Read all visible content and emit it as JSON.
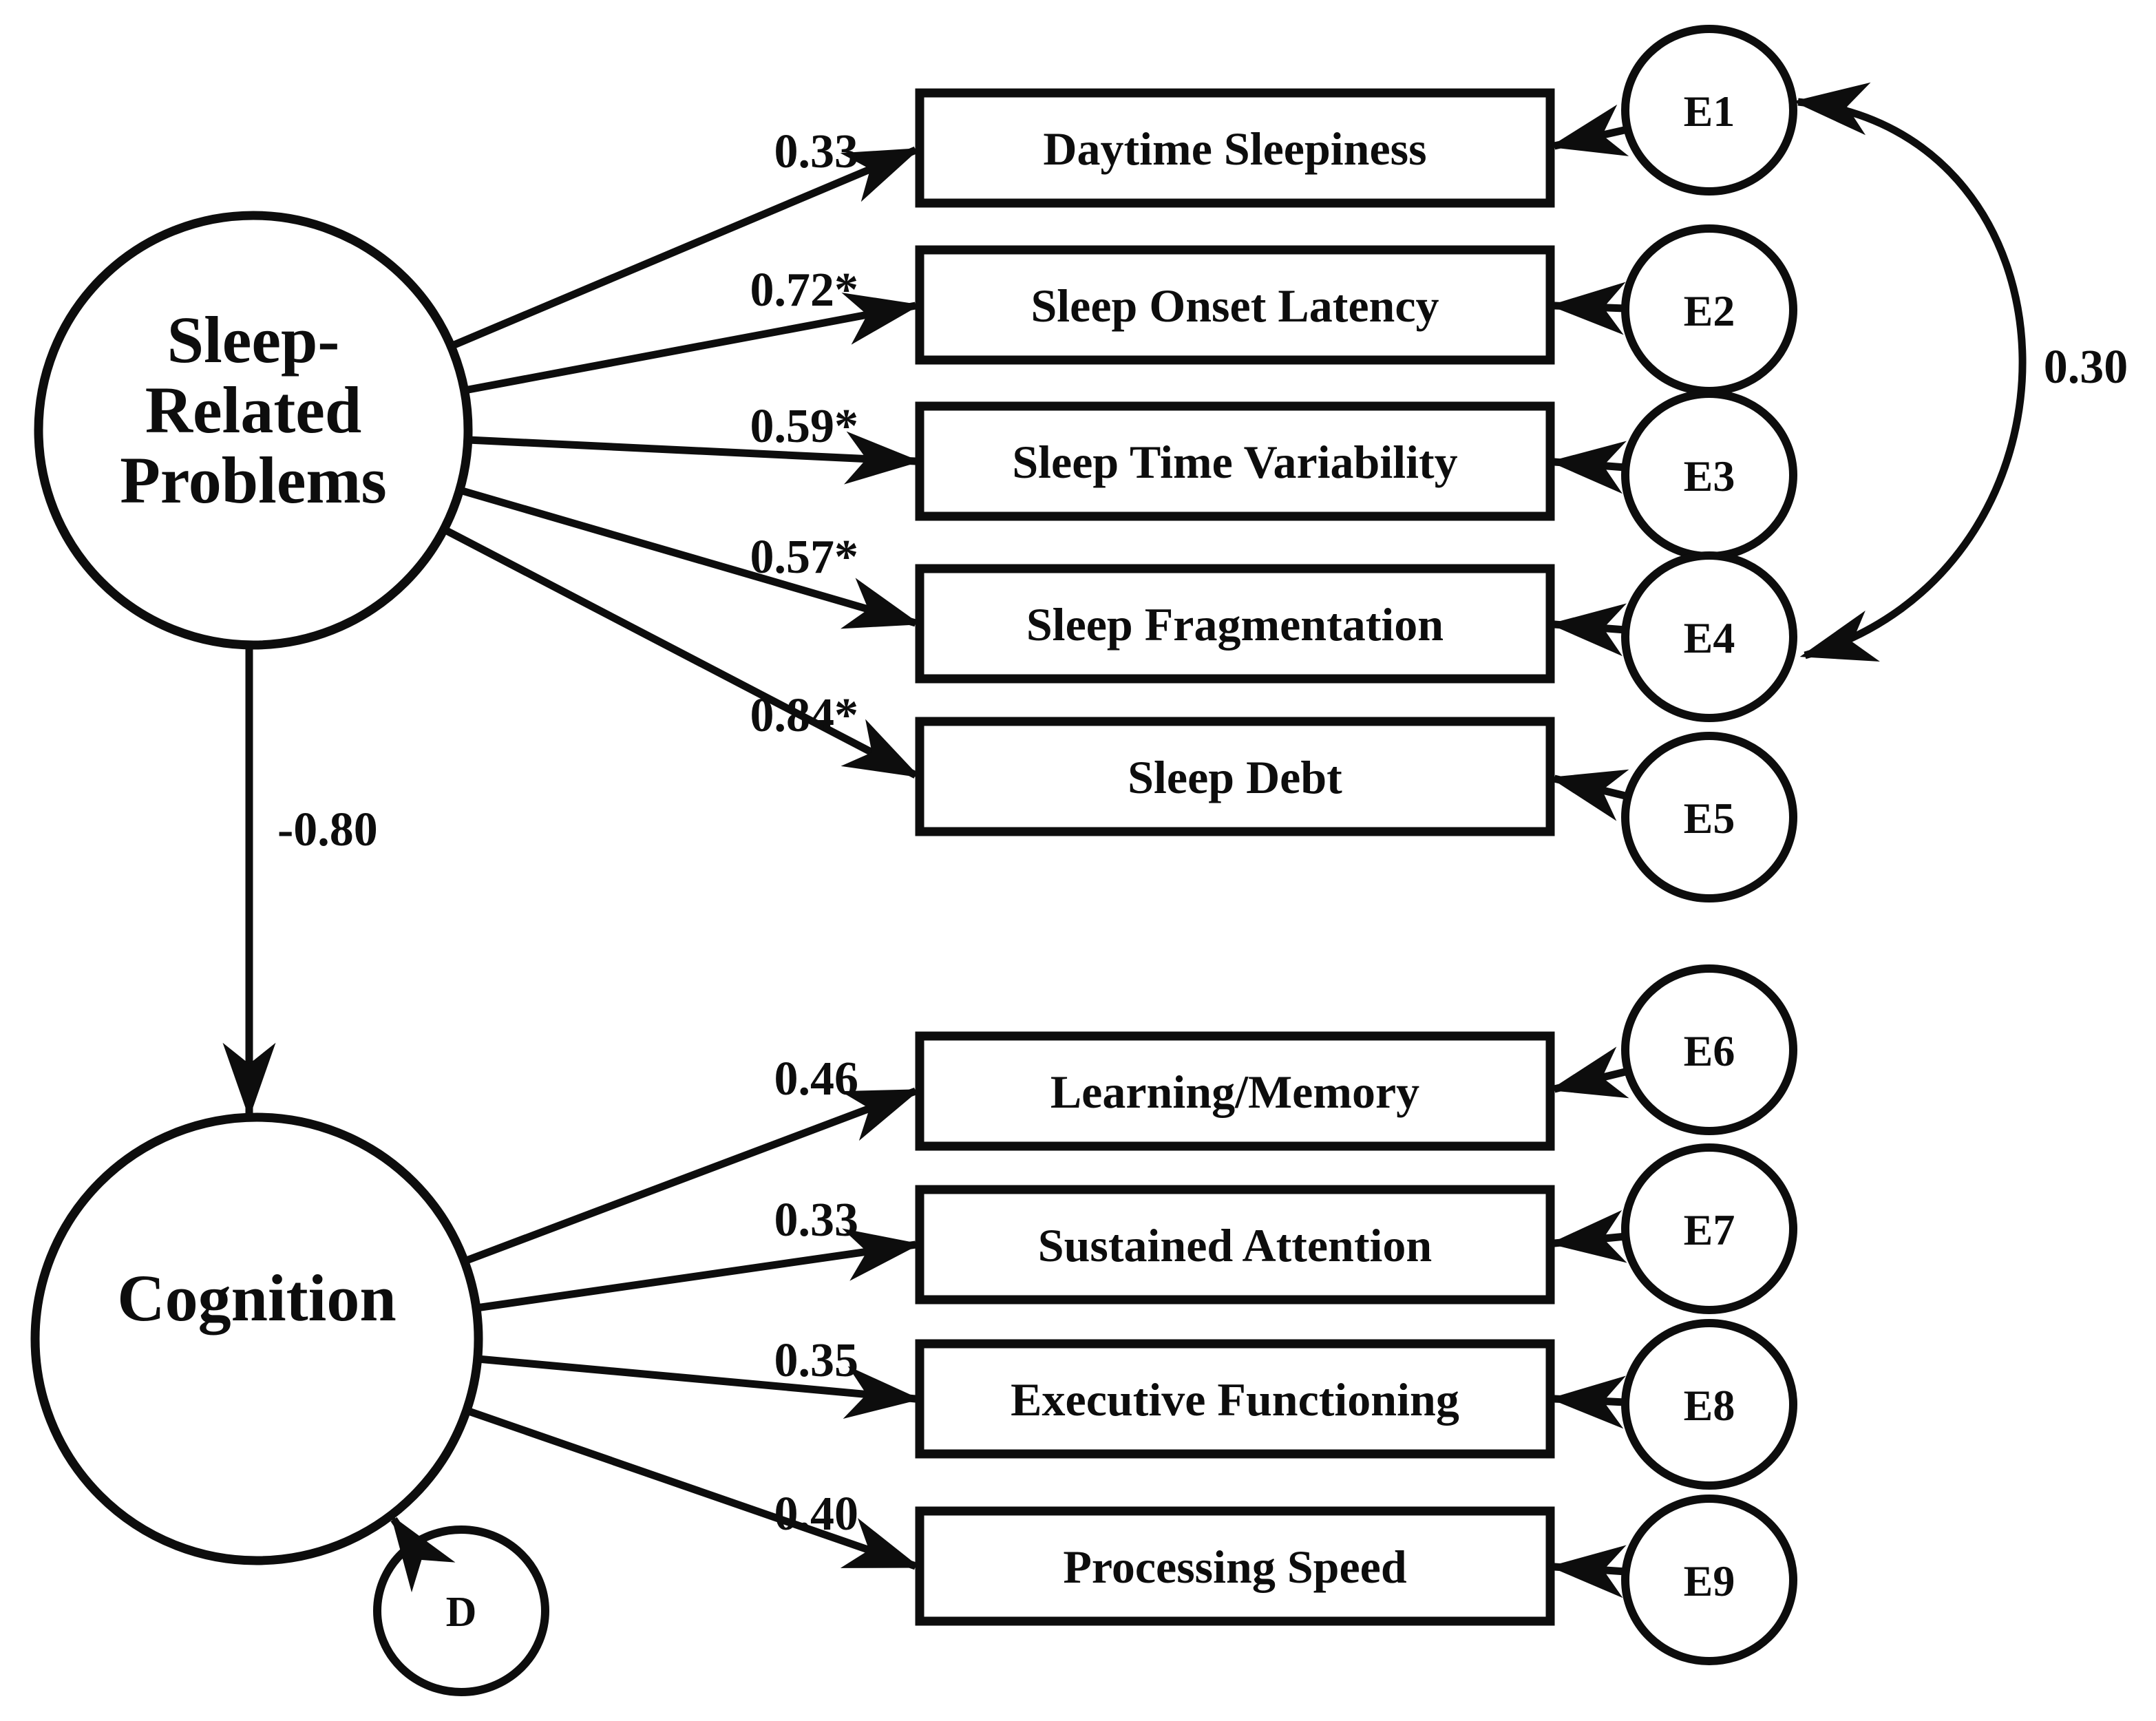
{
  "model": {
    "factors": {
      "sleep": {
        "line1": "Sleep-",
        "line2": "Related",
        "line3": "Problems"
      },
      "cognition": {
        "label": "Cognition"
      }
    },
    "regression": {
      "coefficient": "-0.80",
      "from": "Sleep-Related Problems",
      "to": "Cognition"
    },
    "covariance": {
      "coefficient": "0.30",
      "between": [
        "E1",
        "E4"
      ]
    },
    "disturbance": {
      "label": "D"
    },
    "sleep_indicators": [
      {
        "label": "Daytime Sleepiness",
        "loading": "0.33",
        "error": "E1"
      },
      {
        "label": "Sleep Onset Latency",
        "loading": "0.72*",
        "error": "E2"
      },
      {
        "label": "Sleep Time Variability",
        "loading": "0.59*",
        "error": "E3"
      },
      {
        "label": "Sleep Fragmentation",
        "loading": "0.57*",
        "error": "E4"
      },
      {
        "label": "Sleep Debt",
        "loading": "0.84*",
        "error": "E5"
      }
    ],
    "cognition_indicators": [
      {
        "label": "Learning/Memory",
        "loading": "0.46",
        "error": "E6"
      },
      {
        "label": "Sustained Attention",
        "loading": "0.33",
        "error": "E7"
      },
      {
        "label": "Executive Functioning",
        "loading": "0.35",
        "error": "E8"
      },
      {
        "label": "Processing Speed",
        "loading": "0.40",
        "error": "E9"
      }
    ]
  }
}
